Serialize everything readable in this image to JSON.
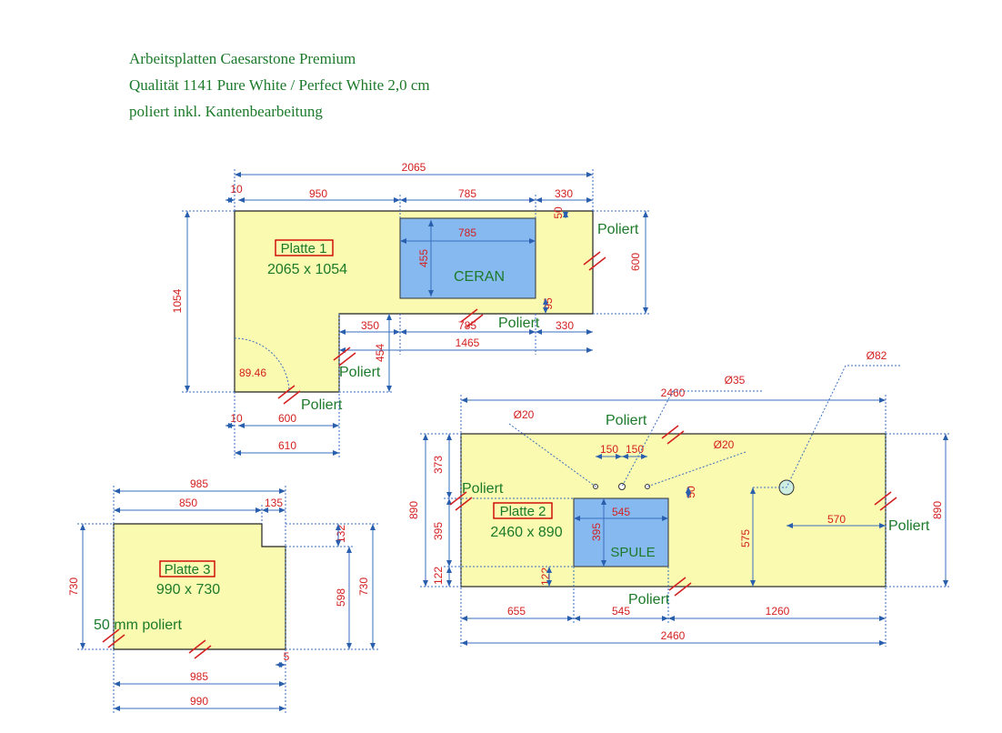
{
  "header": {
    "line1": "Arbeitsplatten Caesarstone Premium",
    "line2": "Qualität 1141 Pure White / Perfect White 2,0 cm",
    "line3": "poliert inkl. Kantenbearbeitung"
  },
  "colors": {
    "slab_fill": "#fafab0",
    "cutout_fill": "#86b9f0",
    "dimension": "#d42020",
    "dimension_line": "#3a6fbf",
    "label_green": "#1c7a2a",
    "outline": "#222222"
  },
  "edge_label": "Poliert",
  "platte1": {
    "name": "Platte 1",
    "size": "2065 x 1054",
    "cutout": "CERAN",
    "dims": {
      "total_width": "2065",
      "left_offset": "10",
      "seg1": "950",
      "seg2": "785",
      "seg3": "330",
      "cutout_width": "785",
      "cutout_depth": "455",
      "top_gap": "50",
      "bottom_gap": "95",
      "right_height": "600",
      "left_height": "1054",
      "step_depth": "454",
      "step_seg1": "350",
      "step_seg2": "785",
      "step_seg3": "330",
      "step_width": "1465",
      "bottom_offset": "10",
      "bottom_width": "600",
      "bottom_total": "610",
      "corner_angle": "89.46"
    }
  },
  "platte2": {
    "name": "Platte 2",
    "size": "2460 x 890",
    "cutout": "SPULE",
    "dims": {
      "total_width": "2460",
      "hole_small": "Ø20",
      "hole_tap": "Ø35",
      "hole_large": "Ø82",
      "hole_small2": "Ø20",
      "hole_spacing_left": "150",
      "hole_spacing_right": "150",
      "top_depth": "373",
      "mid_depth": "395",
      "bottom_depth": "122",
      "total_depth_left": "890",
      "total_depth_right": "890",
      "sink_width": "545",
      "sink_depth": "395",
      "sink_top_gap": "50",
      "sink_bottom_gap": "122",
      "hole_height": "575",
      "hole_right": "570",
      "bottom_seg1": "655",
      "bottom_seg2": "545",
      "bottom_seg3": "1260",
      "bottom_total": "2460"
    }
  },
  "platte3": {
    "name": "Platte 3",
    "size": "990 x 730",
    "edge_note": "50 mm poliert",
    "dims": {
      "top_total": "985",
      "top_seg1": "850",
      "top_seg2": "135",
      "notch_depth": "132",
      "right_inner": "598",
      "right_total": "730",
      "left_total": "730",
      "bottom_inner": "985",
      "bottom_total": "990",
      "corner_gap": "5"
    }
  }
}
